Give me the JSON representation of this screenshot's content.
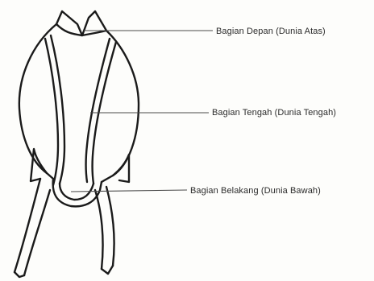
{
  "labels": {
    "front": "Bagian Depan (Dunia Atas)",
    "middle": "Bagian Tengah (Dunia Tengah)",
    "back": "Bagian Belakang (Dunia Bawah)"
  }
}
